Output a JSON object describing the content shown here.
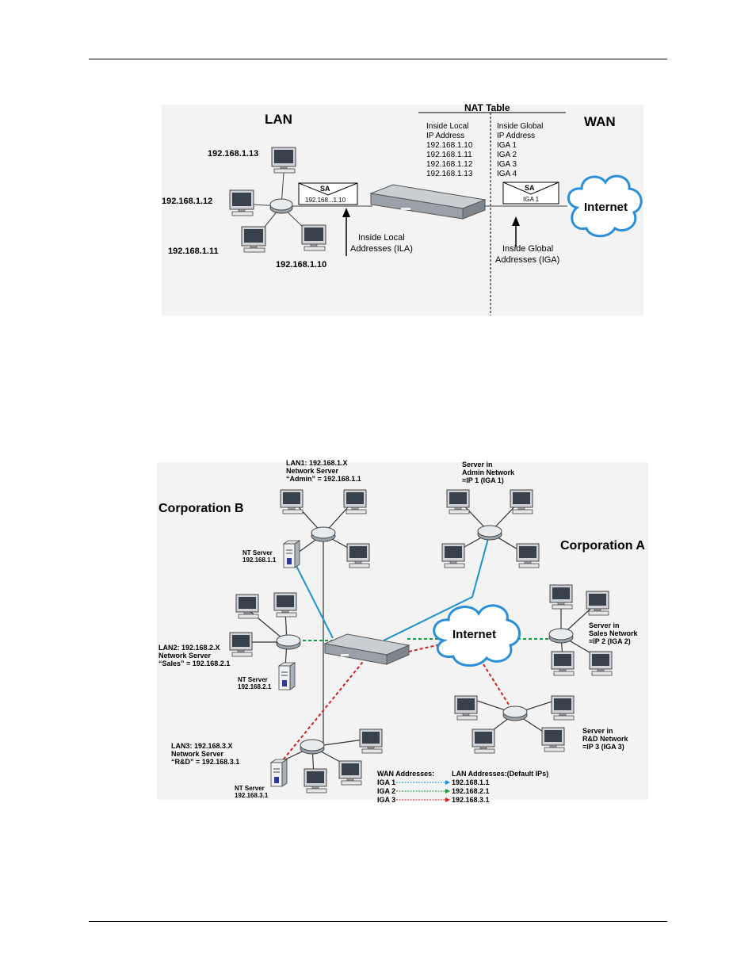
{
  "figure1": {
    "lan_label": "LAN",
    "wan_label": "WAN",
    "nat_table": {
      "title": "NAT Table",
      "left_header": [
        "Inside Local",
        "IP Address"
      ],
      "right_header": [
        "Inside Global",
        "IP Address"
      ],
      "rows": [
        {
          "local": "192.168.1.10",
          "global": "IGA 1"
        },
        {
          "local": "192.168.1.11",
          "global": "IGA 2"
        },
        {
          "local": "192.168.1.12",
          "global": "IGA 3"
        },
        {
          "local": "192.168.1.13",
          "global": "IGA 4"
        }
      ]
    },
    "hosts": {
      "h13": "192.168.1.13",
      "h12": "192.168.1.12",
      "h11": "192.168.1.11",
      "h10": "192.168.1.10"
    },
    "packet_lan": {
      "title": "SA",
      "addr": "192.168...1.10"
    },
    "packet_wan": {
      "title": "SA",
      "addr": "IGA 1"
    },
    "internet_label": "Internet",
    "ila_label": [
      "Inside Local",
      "Addresses (ILA)"
    ],
    "iga_label": [
      "Inside Global",
      "Addresses (IGA)"
    ]
  },
  "figure2": {
    "corp_b": "Corporation B",
    "corp_a": "Corporation A",
    "internet_label": "Internet",
    "lan1": [
      "LAN1: 192.168.1.X",
      "Network Server",
      "“Admin” = 192.168.1.1"
    ],
    "lan2": [
      "LAN2: 192.168.2.X",
      "Network Server",
      "“Sales” = 192.168.2.1"
    ],
    "lan3": [
      "LAN3: 192.168.3.X",
      "Network Server",
      "“R&D” = 192.168.3.1"
    ],
    "nt1": [
      "NT Server",
      "192.168.1.1"
    ],
    "nt2": [
      "NT Server",
      "192.168.2.1"
    ],
    "nt3": [
      "NT Server",
      "192.168.3.1"
    ],
    "admin_server": [
      "Server in",
      "Admin Network",
      "=IP 1 (IGA 1)"
    ],
    "sales_server": [
      "Server in",
      "Sales Network",
      "=IP 2 (IGA 2)"
    ],
    "rd_server": [
      "Server in",
      "R&D Network",
      "=IP 3 (IGA 3)"
    ],
    "legend": {
      "wan_header": "WAN Addresses:",
      "lan_header": "LAN Addresses:(Default IPs)",
      "rows": [
        {
          "wan": "IGA 1",
          "lan": "192.168.1.1",
          "color": "#1e90d0"
        },
        {
          "wan": "IGA 2",
          "lan": "192.168.2.1",
          "color": "#1a9a3a"
        },
        {
          "wan": "IGA 3",
          "lan": "192.168.3.1",
          "color": "#d02020"
        }
      ]
    }
  },
  "colors": {
    "blue": "#1e90d0",
    "green": "#1a9a3a",
    "red": "#d02020",
    "diagram_bg": "#f2f2f2"
  }
}
